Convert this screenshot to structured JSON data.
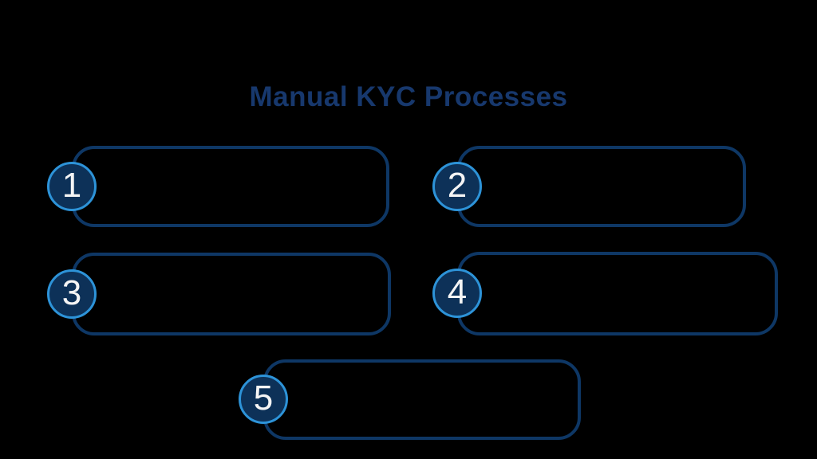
{
  "title": {
    "text": "Manual KYC Processes"
  },
  "steps": [
    {
      "number": "1",
      "label": ""
    },
    {
      "number": "2",
      "label": ""
    },
    {
      "number": "3",
      "label": ""
    },
    {
      "number": "4",
      "label": ""
    },
    {
      "number": "5",
      "label": ""
    }
  ],
  "colors": {
    "background": "#000000",
    "title_color": "#17386D",
    "box_border": "#0E3765",
    "circle_fill": "#0D3158",
    "circle_ring": "#2D93D8",
    "number_color": "#F4F4F4"
  }
}
